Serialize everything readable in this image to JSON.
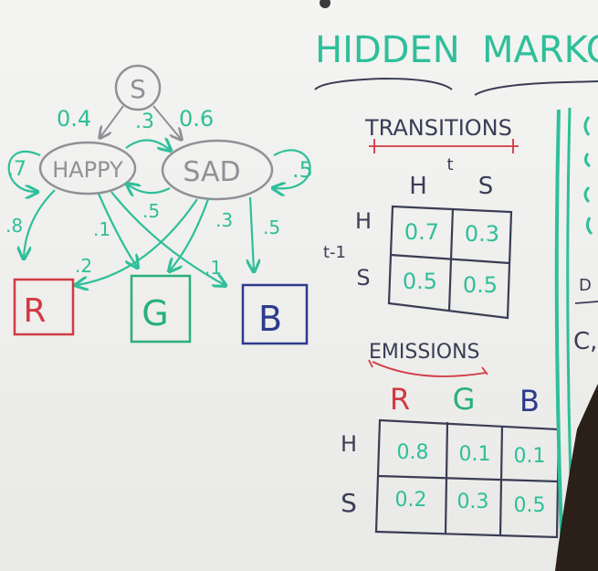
{
  "colors": {
    "board": "#f2f2f0",
    "grey_marker": "#8f9197",
    "teal_marker": "#2fbf9a",
    "dark_marker": "#3a3d55",
    "red_marker": "#d23a43",
    "green_marker": "#28b07a",
    "blue_marker": "#2d3a8c"
  },
  "title": {
    "word1": "HIDDEN",
    "word2": "MARKOV"
  },
  "diagram": {
    "start": "S",
    "start_happy": "0.4",
    "start_sad": "0.6",
    "happy": "HAPPY",
    "sad": "SAD",
    "happy_self": ".7",
    "sad_self": ".5",
    "happy_to_sad": ".3",
    "sad_to_happy": ".5",
    "happy_r": ".8",
    "happy_g": ".1",
    "happy_b": ".1",
    "sad_r": ".2",
    "sad_g": ".3",
    "sad_b": ".5",
    "r": "R",
    "g": "G",
    "b": "B"
  },
  "transitions": {
    "heading": "TRANSITIONS",
    "col_label": "t",
    "row_label": "t-1",
    "cols": [
      "H",
      "S"
    ],
    "rows": [
      {
        "label": "H",
        "cells": [
          "0.7",
          "0.3"
        ]
      },
      {
        "label": "S",
        "cells": [
          "0.5",
          "0.5"
        ]
      }
    ]
  },
  "emissions": {
    "heading": "EMISSIONS",
    "cols": [
      "R",
      "G",
      "B"
    ],
    "rows": [
      {
        "label": "H",
        "cells": [
          "0.8",
          "0.1",
          "0.1"
        ]
      },
      {
        "label": "S",
        "cells": [
          "0.2",
          "0.3",
          "0.5"
        ]
      }
    ]
  },
  "right_edge": {
    "fragment1": "D",
    "fragment2": "C,"
  }
}
